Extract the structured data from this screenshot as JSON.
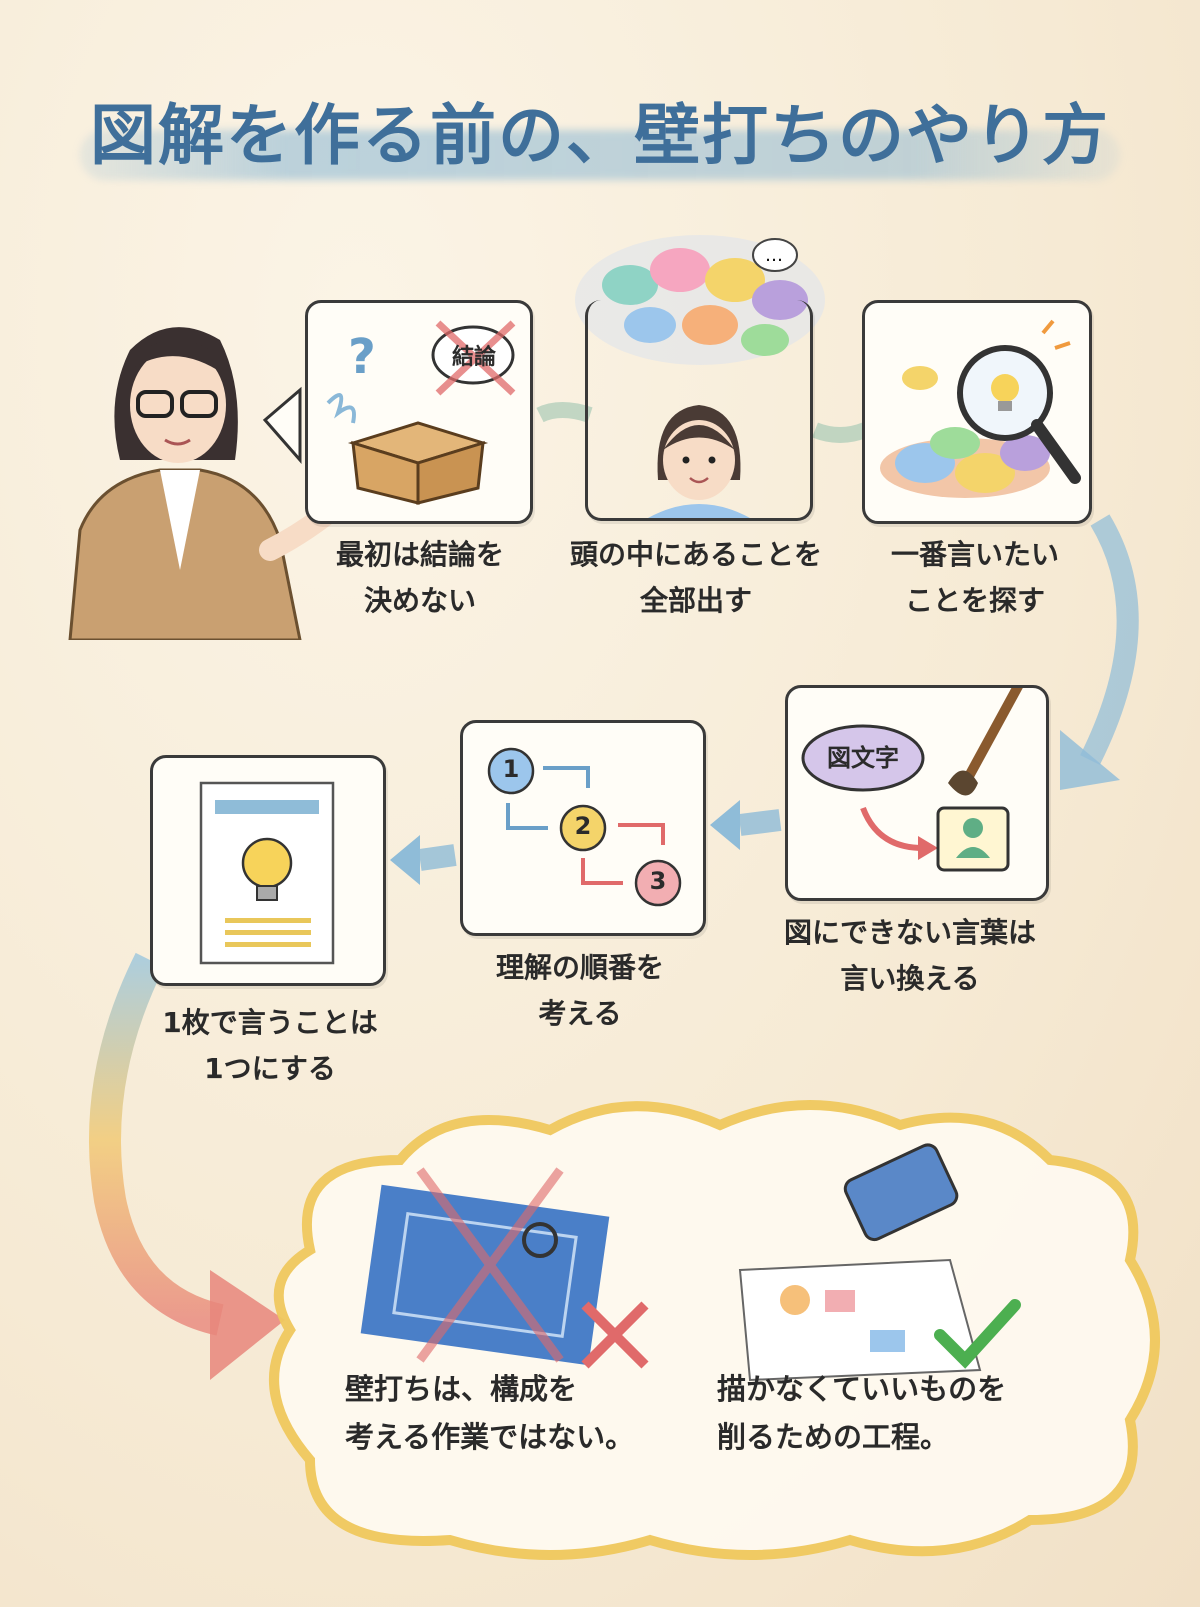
{
  "title": "図解を作る前の、壁打ちのやり方",
  "steps": [
    {
      "line1": "最初は結論を",
      "line2": "決めない",
      "tag": "結論"
    },
    {
      "line1": "頭の中にあることを",
      "line2": "全部出す"
    },
    {
      "line1": "一番言いたい",
      "line2": "ことを探す"
    },
    {
      "line1": "図にできない言葉は",
      "line2": "言い換える",
      "tag": "図文字"
    },
    {
      "line1": "理解の順番を",
      "line2": "考える",
      "numbers": [
        "1",
        "2",
        "3"
      ]
    },
    {
      "line1": "1枚で言うことは",
      "line2": "1つにする"
    }
  ],
  "summary": {
    "left": {
      "line1": "壁打ちは、構成を",
      "line2": "考える作業ではない。"
    },
    "right": {
      "line1": "描かなくていいものを",
      "line2": "削るための工程。"
    }
  },
  "colors": {
    "title": "#3f6f9a",
    "accent_blue": "#7fb0d4",
    "cross": "#e06a6a",
    "check": "#4caf50"
  }
}
